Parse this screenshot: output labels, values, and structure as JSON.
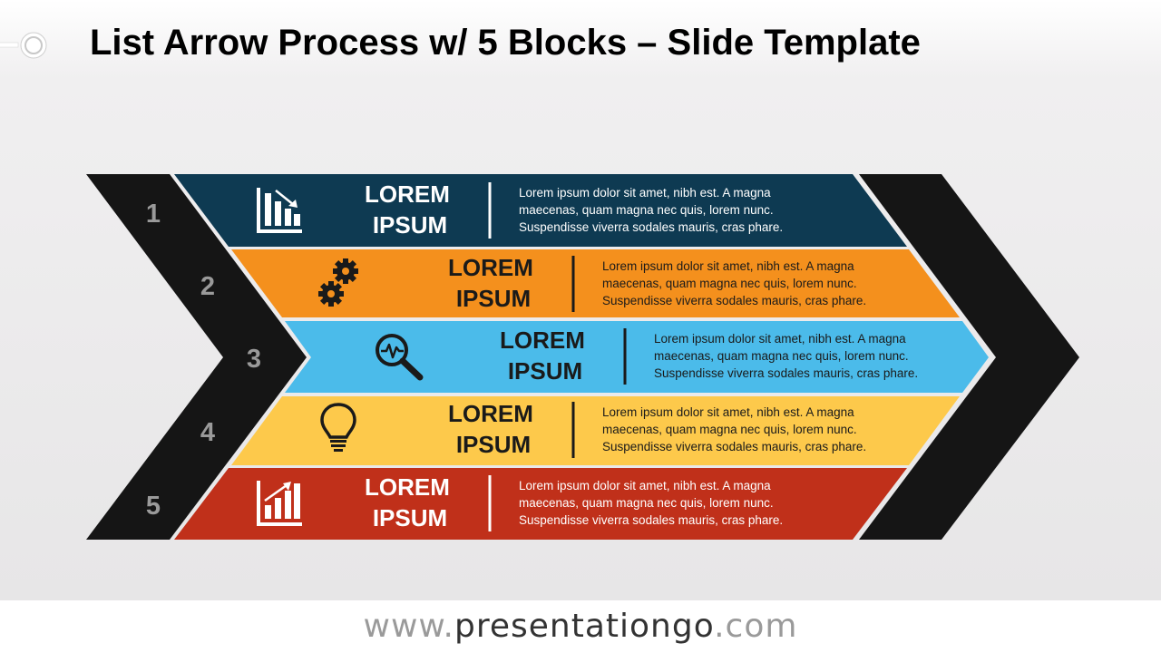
{
  "title": "List Arrow Process w/ 5 Blocks – Slide Template",
  "footer": {
    "prefix": "www.",
    "brand": "presentationgo",
    "suffix": ".com"
  },
  "steps": [
    {
      "number": "1",
      "heading_line1": "LOREM",
      "heading_line2": "IPSUM",
      "body_line1": "Lorem ipsum dolor sit amet, nibh est. A magna",
      "body_line2": "maecenas, quam magna nec quis, lorem nunc.",
      "body_line3": "Suspendisse viverra sodales mauris, cras phare.",
      "icon": "bar-chart-decreasing-icon",
      "color": "#0e3a52"
    },
    {
      "number": "2",
      "heading_line1": "LOREM",
      "heading_line2": "IPSUM",
      "body_line1": "Lorem ipsum dolor sit amet, nibh est. A magna",
      "body_line2": "maecenas, quam magna nec quis, lorem nunc.",
      "body_line3": "Suspendisse viverra sodales mauris, cras phare.",
      "icon": "gears-icon",
      "color": "#f4901d"
    },
    {
      "number": "3",
      "heading_line1": "LOREM",
      "heading_line2": "IPSUM",
      "body_line1": "Lorem ipsum dolor sit amet, nibh est. A magna",
      "body_line2": "maecenas, quam magna nec quis, lorem nunc.",
      "body_line3": "Suspendisse viverra sodales mauris, cras phare.",
      "icon": "magnifier-pulse-icon",
      "color": "#4bbbea"
    },
    {
      "number": "4",
      "heading_line1": "LOREM",
      "heading_line2": "IPSUM",
      "body_line1": "Lorem ipsum dolor sit amet, nibh est. A magna",
      "body_line2": "maecenas, quam magna nec quis, lorem nunc.",
      "body_line3": "Suspendisse viverra sodales mauris, cras phare.",
      "icon": "lightbulb-icon",
      "color": "#fdc94b"
    },
    {
      "number": "5",
      "heading_line1": "LOREM",
      "heading_line2": "IPSUM",
      "body_line1": "Lorem ipsum dolor sit amet, nibh est. A magna",
      "body_line2": "maecenas, quam magna nec quis, lorem nunc.",
      "body_line3": "Suspendisse viverra sodales mauris, cras phare.",
      "icon": "bar-chart-increasing-icon",
      "color": "#c0301a"
    }
  ],
  "colors": {
    "chevron": "#151515",
    "number_text": "#9a9a9a",
    "light_text": "#ffffff",
    "dark_text": "#1a1a1a"
  }
}
